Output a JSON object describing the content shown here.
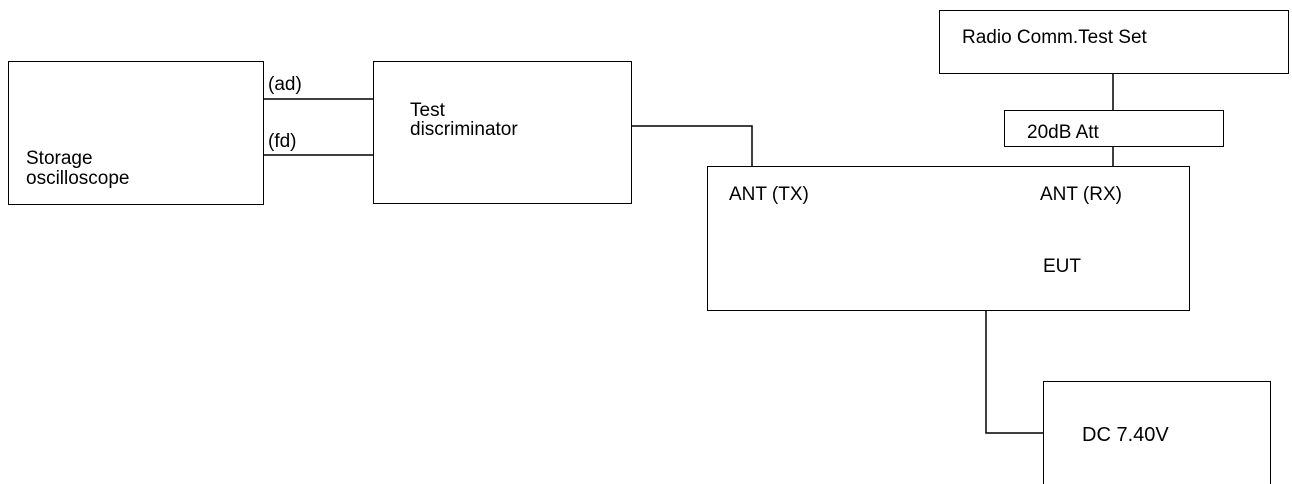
{
  "diagram": {
    "oscilloscope": {
      "label_line1": "Storage",
      "label_line2": "oscilloscope",
      "icon": "oscilloscope-screen-icon"
    },
    "connections": {
      "ad_label": "(ad)",
      "fd_label": "(fd)"
    },
    "discriminator": {
      "label_line1": "Test",
      "label_line2": "discriminator"
    },
    "test_set": {
      "label": "Radio Comm.Test Set"
    },
    "attenuator": {
      "label": "20dB Att"
    },
    "eut": {
      "ant_tx": "ANT (TX)",
      "ant_rx": "ANT (RX)",
      "label": "EUT"
    },
    "power": {
      "label": "DC 7.40V"
    }
  }
}
